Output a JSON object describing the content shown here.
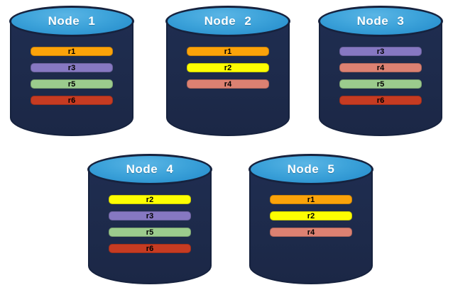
{
  "diagram": {
    "title": "replica-distribution-across-nodes",
    "background": "#ffffff",
    "palette": {
      "cylinder_body": "#1d2a4a",
      "cylinder_outline": "#16223e",
      "cylinder_top_blue": "#2f96d1",
      "node_label_color": "#ffffff",
      "replica_label_color": "#000000"
    },
    "replica_colors": {
      "r1": "#FBA30A",
      "r2": "#FDFE02",
      "r3": "#8678C2",
      "r4": "#DC8172",
      "r5": "#9BCB8D",
      "r6": "#C63B22"
    },
    "nodes": [
      {
        "label": "Node 1",
        "replicas": [
          {
            "id": "r1",
            "color": "#FBA30A"
          },
          {
            "id": "r3",
            "color": "#8678C2"
          },
          {
            "id": "r5",
            "color": "#9BCB8D"
          },
          {
            "id": "r6",
            "color": "#C63B22"
          }
        ]
      },
      {
        "label": "Node 2",
        "replicas": [
          {
            "id": "r1",
            "color": "#FBA30A"
          },
          {
            "id": "r2",
            "color": "#FDFE02"
          },
          {
            "id": "r4",
            "color": "#DC8172"
          }
        ]
      },
      {
        "label": "Node 3",
        "replicas": [
          {
            "id": "r3",
            "color": "#8678C2"
          },
          {
            "id": "r4",
            "color": "#DC8172"
          },
          {
            "id": "r5",
            "color": "#9BCB8D"
          },
          {
            "id": "r6",
            "color": "#C63B22"
          }
        ]
      },
      {
        "label": "Node 4",
        "replicas": [
          {
            "id": "r2",
            "color": "#FDFE02"
          },
          {
            "id": "r3",
            "color": "#8678C2"
          },
          {
            "id": "r5",
            "color": "#9BCB8D"
          },
          {
            "id": "r6",
            "color": "#C63B22"
          }
        ]
      },
      {
        "label": "Node 5",
        "replicas": [
          {
            "id": "r1",
            "color": "#FBA30A"
          },
          {
            "id": "r2",
            "color": "#FDFE02"
          },
          {
            "id": "r4",
            "color": "#DC8172"
          }
        ]
      }
    ]
  }
}
